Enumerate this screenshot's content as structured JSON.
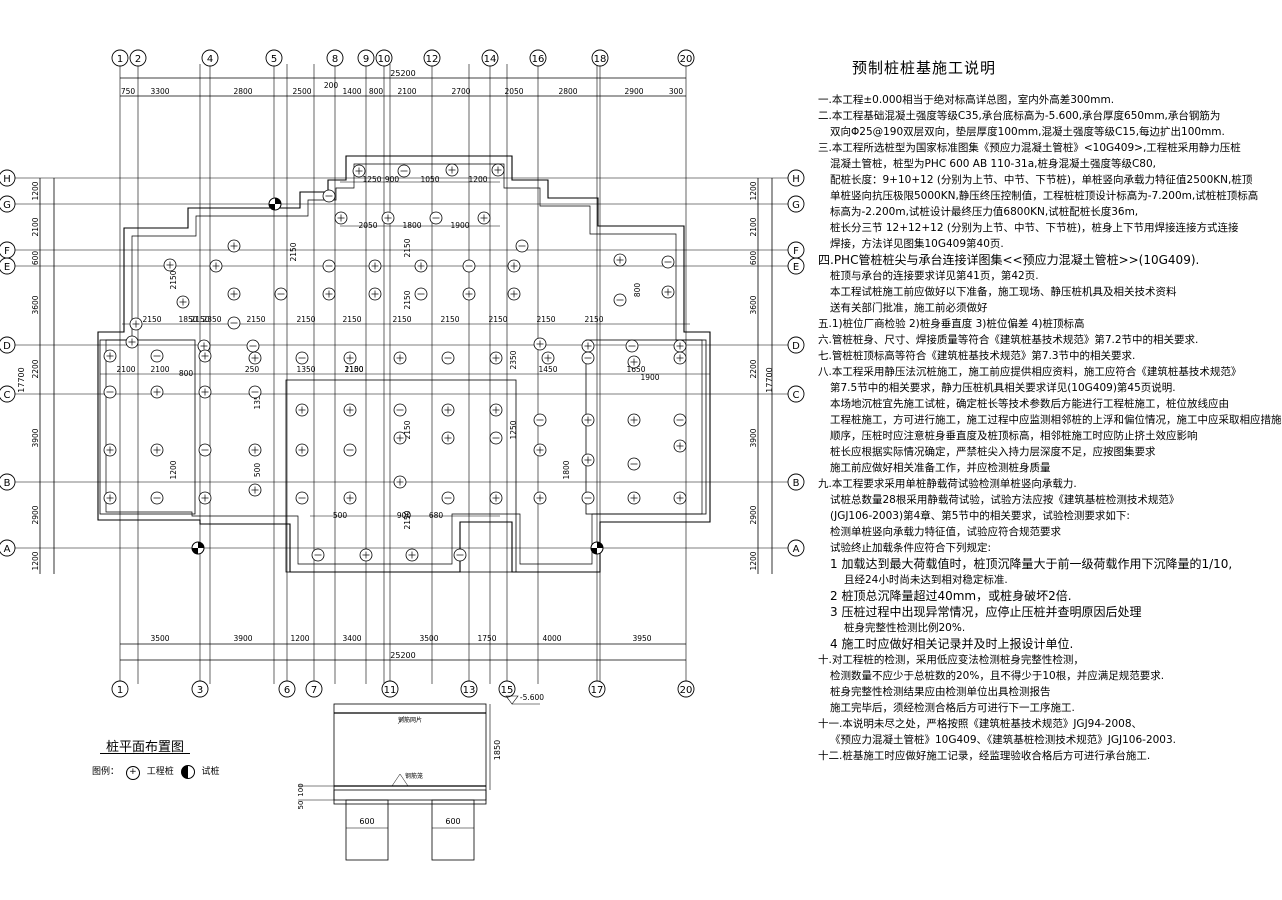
{
  "axes_top": [
    "1",
    "2",
    "4",
    "5",
    "8",
    "9",
    "10",
    "12",
    "14",
    "16",
    "18",
    "20"
  ],
  "axes_bottom": [
    "1",
    "3",
    "6",
    "7",
    "11",
    "13",
    "15",
    "17",
    "20"
  ],
  "axes_rows": [
    "H",
    "G",
    "F",
    "E",
    "D",
    "C",
    "B",
    "A"
  ],
  "dims": {
    "top_segments": [
      "750",
      "3300",
      "2800",
      "2500",
      "1400",
      "800",
      "2100",
      "2700",
      "2050",
      "2800",
      "2900",
      "300"
    ],
    "top_total": "25200",
    "top_extra": "200",
    "bottom_segments": [
      "3500",
      "3900",
      "1200",
      "3400",
      "3500",
      "1750",
      "4000",
      "3950"
    ],
    "bottom_total": "25200",
    "side_segments": [
      "1200",
      "2100",
      "600",
      "3600",
      "2200",
      "3900",
      "2900",
      "1200"
    ],
    "side_total": "17700",
    "interior": [
      "2150",
      "2150",
      "2150",
      "2150",
      "2150",
      "2150",
      "2150",
      "2150",
      "2150",
      "2150",
      "2150",
      "1850",
      "2350",
      "2100",
      "2100",
      "1250",
      "900",
      "2050",
      "1800",
      "1900",
      "250",
      "1350",
      "1100",
      "1050",
      "1200",
      "1450",
      "1650",
      "500",
      "900",
      "680",
      "800",
      "1900"
    ]
  },
  "plan": {
    "title": "桩平面布置图",
    "legend_pile_label": "图例：",
    "legend_pile_text": "工程桩",
    "legend_test_text": "试桩"
  },
  "section": {
    "depth_dim": "1850",
    "width_left": "600",
    "width_right": "600",
    "level": "-5.600",
    "small_dims": [
      "100",
      "50"
    ],
    "label_top": "钢筋网片",
    "label_mid": "钢筋笼"
  },
  "notes": {
    "title": "预制桩桩基施工说明",
    "lines": [
      {
        "t": "一.本工程±0.000相当于绝对标高详总图，室内外高差300mm.",
        "c": ""
      },
      {
        "t": "二.本工程基础混凝土强度等级C35,承台底标高为-5.600,承台厚度650mm,承台钢筋为",
        "c": ""
      },
      {
        "t": "双向Φ25@190双层双向，垫层厚度100mm,混凝土强度等级C15,每边扩出100mm.",
        "c": "ind1"
      },
      {
        "t": "三.本工程所选桩型为国家标准图集《预应力混凝土管桩》<10G409>,工程桩采用静力压桩",
        "c": ""
      },
      {
        "t": "混凝土管桩，桩型为PHC 600 AB 110-31a,桩身混凝土强度等级C80,",
        "c": "ind1"
      },
      {
        "t": "配桩长度：9+10+12 (分别为上节、中节、下节桩)，单桩竖向承载力特征值2500KN,桩顶",
        "c": "ind1"
      },
      {
        "t": "单桩竖向抗压极限5000KN,静压终压控制值，工程桩桩顶设计标高为-7.200m,试桩桩顶标高",
        "c": "ind1"
      },
      {
        "t": "标高为-2.200m,试桩设计最终压力值6800KN,试桩配桩长度36m,",
        "c": "ind1"
      },
      {
        "t": "桩长分三节 12+12+12 (分别为上节、中节、下节桩)，桩身上下节用焊接连接方式连接",
        "c": "ind1"
      },
      {
        "t": "焊接，方法详见图集10G409第40页.",
        "c": "ind1"
      },
      {
        "t": "四.PHC管桩桩尖与承台连接详图集<<预应力混凝土管桩>>(10G409).",
        "c": "big"
      },
      {
        "t": "桩顶与承台的连接要求详见第41页，第42页.",
        "c": "ind1"
      },
      {
        "t": "本工程试桩施工前应做好以下准备，施工现场、静压桩机具及相关技术资料",
        "c": "ind1"
      },
      {
        "t": "送有关部门批准，施工前必须做好",
        "c": "ind1"
      },
      {
        "t": "五.1)桩位厂商检验        2)桩身垂直度          3)桩位偏差          4)桩顶标高",
        "c": ""
      },
      {
        "t": "六.管桩桩身、尺寸、焊接质量等符合《建筑桩基技术规范》第7.2节中的相关要求.",
        "c": ""
      },
      {
        "t": "七.管桩桩顶标高等符合《建筑桩基技术规范》第7.3节中的相关要求.",
        "c": ""
      },
      {
        "t": "八.本工程采用静压法沉桩施工，施工前应提供相应资料，施工应符合《建筑桩基技术规范》",
        "c": ""
      },
      {
        "t": "第7.5节中的相关要求，静力压桩机具相关要求详见(10G409)第45页说明.",
        "c": "ind1"
      },
      {
        "t": "本场地沉桩宜先施工试桩，确定桩长等技术参数后方能进行工程桩施工，桩位放线应由",
        "c": "ind1"
      },
      {
        "t": "工程桩施工，方可进行施工，施工过程中应监测相邻桩的上浮和偏位情况，施工中应采取相应措施",
        "c": "ind1"
      },
      {
        "t": "顺序，压桩时应注意桩身垂直度及桩顶标高，相邻桩施工时应防止挤土效应影响",
        "c": "ind1"
      },
      {
        "t": "桩长应根据实际情况确定，严禁桩尖入持力层深度不足，应按图集要求",
        "c": "ind1"
      },
      {
        "t": "施工前应做好相关准备工作，并应检测桩身质量",
        "c": "ind1"
      },
      {
        "t": "九.本工程要求采用单桩静载荷试验检测单桩竖向承载力.",
        "c": ""
      },
      {
        "t": "试桩总数量28根采用静载荷试验，试验方法应按《建筑基桩检测技术规范》",
        "c": "ind1"
      },
      {
        "t": "(JGJ106-2003)第4章、第5节中的相关要求，试验检测要求如下:",
        "c": "ind1"
      },
      {
        "t": "检测单桩竖向承载力特征值，试验应符合规范要求",
        "c": "ind1"
      },
      {
        "t": "试验终止加载条件应符合下列规定:",
        "c": "ind1"
      },
      {
        "t": "1  加载达到最大荷载值时，桩顶沉降量大于前一级荷载作用下沉降量的1/10,",
        "c": "ind1 big"
      },
      {
        "t": "且经24小时尚未达到相对稳定标准.",
        "c": "ind2"
      },
      {
        "t": "2  桩顶总沉降量超过40mm，或桩身破坏2倍.",
        "c": "ind1 big"
      },
      {
        "t": "3  压桩过程中出现异常情况，应停止压桩并查明原因后处理",
        "c": "ind1 big"
      },
      {
        "t": "桩身完整性检测比例20%.",
        "c": "ind2"
      },
      {
        "t": "4  施工时应做好相关记录并及时上报设计单位.",
        "c": "ind1 big"
      },
      {
        "t": "十.对工程桩的检测，采用低应变法检测桩身完整性检测，",
        "c": ""
      },
      {
        "t": "检测数量不应少于总桩数的20%，且不得少于10根，并应满足规范要求.",
        "c": "ind1"
      },
      {
        "t": "桩身完整性检测结果应由检测单位出具检测报告",
        "c": "ind1"
      },
      {
        "t": "施工完毕后，须经检测合格后方可进行下一工序施工.",
        "c": "ind1"
      },
      {
        "t": "十一.本说明未尽之处，严格按照《建筑桩基技术规范》JGJ94-2008、",
        "c": ""
      },
      {
        "t": "《预应力混凝土管桩》10G409、《建筑基桩检测技术规范》JGJ106-2003.",
        "c": "ind1"
      },
      {
        "t": "十二.桩基施工时应做好施工记录，经监理验收合格后方可进行承台施工.",
        "c": ""
      }
    ]
  }
}
